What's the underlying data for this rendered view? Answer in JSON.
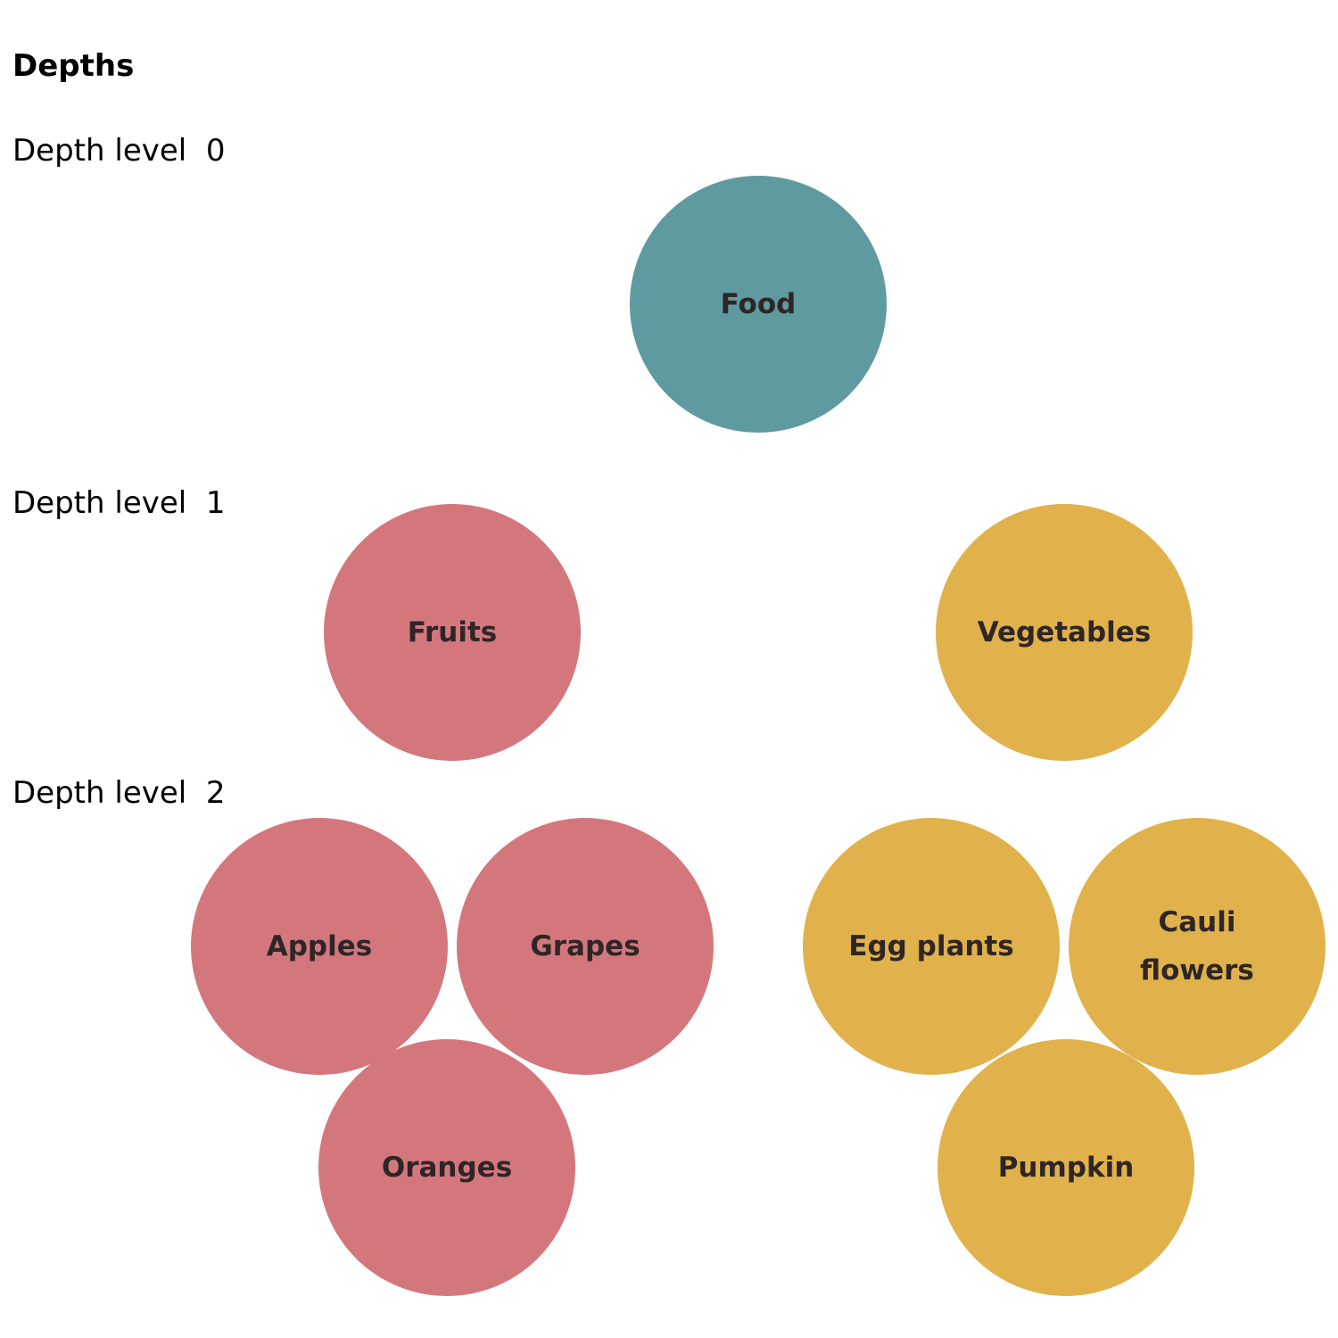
{
  "title": "Depths",
  "depth_labels": {
    "level0": "Depth level  0",
    "level1": "Depth level  1",
    "level2": "Depth level  2"
  },
  "colors": {
    "root": "#5e9a9f",
    "fruits": "#d4777d",
    "vegetables": "#e1b24b",
    "node_text": "#2e2626"
  },
  "nodes": {
    "food": "Food",
    "fruits": "Fruits",
    "vegetables": "Vegetables",
    "apples": "Apples",
    "grapes": "Grapes",
    "oranges": "Oranges",
    "eggplants": "Egg plants",
    "cauliflowers": "Cauli\nflowers",
    "pumpkin": "Pumpkin"
  }
}
